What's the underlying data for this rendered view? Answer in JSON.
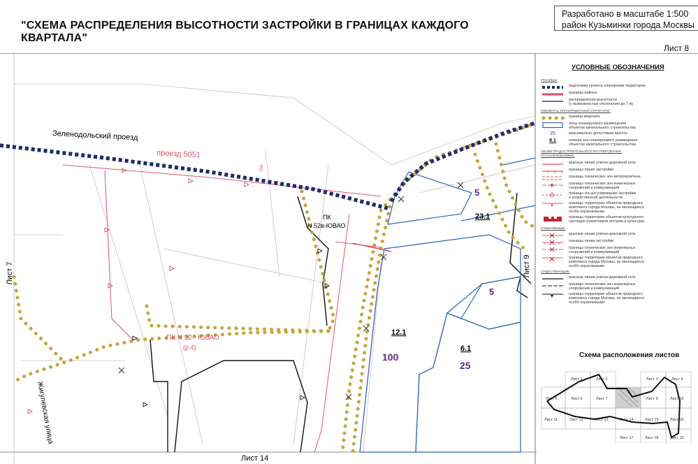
{
  "title": "\"СХЕМА РАСПРЕДЕЛЕНИЯ ВЫСОТНОСТИ ЗАСТРОЙКИ В ГРАНИЦАХ КАЖДОГО КВАРТАЛА\"",
  "stamp": {
    "line1": "Разработано в масштабе 1:500",
    "line2": "район Кузьминки города Москвы"
  },
  "sheet_label": "Лист 8",
  "map": {
    "street_zelenodolsky": "Зеленодольский проезд",
    "proezd_5051": "проезд 5051",
    "pk_52v": "ПК",
    "pk_52v_line2": "N 52в-ЮВАО",
    "pk_52": "ПК N 52– ЮВАО",
    "pk_52_sub": "(р.4)",
    "street_zhigulevskaya": "Жигулевская улица",
    "sheet_7": "Лист 7",
    "sheet_9": "Лист 9",
    "sheet_14": "Лист 14",
    "num_250": "250",
    "zones": [
      {
        "id": "23.1",
        "height": "5"
      },
      {
        "id": "",
        "height": "5"
      },
      {
        "id": "12.1",
        "height": "100"
      },
      {
        "id": "6.1",
        "height": "25"
      }
    ]
  },
  "legend": {
    "header": "УСЛОВНЫЕ ОБОЗНАЧЕНИЯ",
    "section_boundaries": "ГРАНИЦЫ:",
    "row1": "подготовки проекта планировки территории",
    "row2": "границы района",
    "row3": "распределение высотности",
    "row3b": "(с возможностью отклонения до 7 м)",
    "section_structure": "ЭЛЕМЕНТЫ ПЛАНИРОВОЧНОЙ СТРУКТУРЫ:",
    "row4": "граница квартала",
    "row5": "зоны планируемого размещения",
    "row5b": "объектов капитального строительства",
    "row6_sym": "25",
    "row6": "максимально допустимая высота",
    "row7_sym": "9.1",
    "row7": "номера зон планируемого размещения",
    "row7b": "объектов капитального строительства",
    "section_regulation": "ЛИНИИ ГРАДОСТРОИТЕЛЬНОГО РЕГУЛИРОВАНИЯ:",
    "section_established": "УСТАНАВЛИВАЕМЫЕ:",
    "row8": "красные линии улично-дорожной сети",
    "row9": "границы линии застройки",
    "row10": "границы технических зон метрополитена",
    "row11": "границы технических зон инженерных",
    "row11b": "сооружений и коммуникаций",
    "row12": "границы зон регулирования застройки",
    "row12b": "и хозяйственной деятельности",
    "row13": "границы территории объектов природного",
    "row13b": "комплекса города Москвы, не являющиеся",
    "row13c": "особо охраняемыми",
    "row14": "границы территории объектов культурного",
    "row14b": "наследия (памятников истории и культуры)",
    "section_cancelled": "ОТМЕНЯЕМЫЕ:",
    "row15": "красные линии улично-дорожной сети",
    "row16": "границы линии застройки",
    "row17": "границы технических зон инженерных",
    "row17b": "сооружений и коммуникаций",
    "row18": "границы территории объектов природного",
    "row18b": "комплекса города Москвы, не являющиеся",
    "row18c": "особо охраняемыми",
    "section_existing": "СУЩЕСТВУЮЩИЕ:",
    "row19": "красные линии улично-дорожной сети",
    "row20": "границы технических зон инженерных",
    "row20b": "сооружений и коммуникаций",
    "row21": "границы территории объектов природного",
    "row21b": "комплекса города Москвы, не являющиеся",
    "row21c": "особо охраняемыми"
  },
  "scheme": {
    "title": "Схема расположения листов",
    "cells": [
      "Лист 1",
      "Лист 2",
      "Лист 3",
      "Лист 4",
      "Лист 5",
      "Лист 6",
      "Лист 7",
      "Лист 9",
      "Лист 10",
      "Лист 11",
      "Лист 12",
      "Лист 13",
      "Лист 14",
      "Лист 15",
      "Лист 16",
      "Лист 17",
      "Лист 18",
      "Лист 19"
    ]
  },
  "colors": {
    "project_boundary": "#1f2a6e",
    "district_boundary": "#d9506a",
    "quarter_boundary": "#c9a43a",
    "zone_border": "#2a64b8",
    "height_text": "#5a2a82",
    "red_line": "#e0556e"
  }
}
